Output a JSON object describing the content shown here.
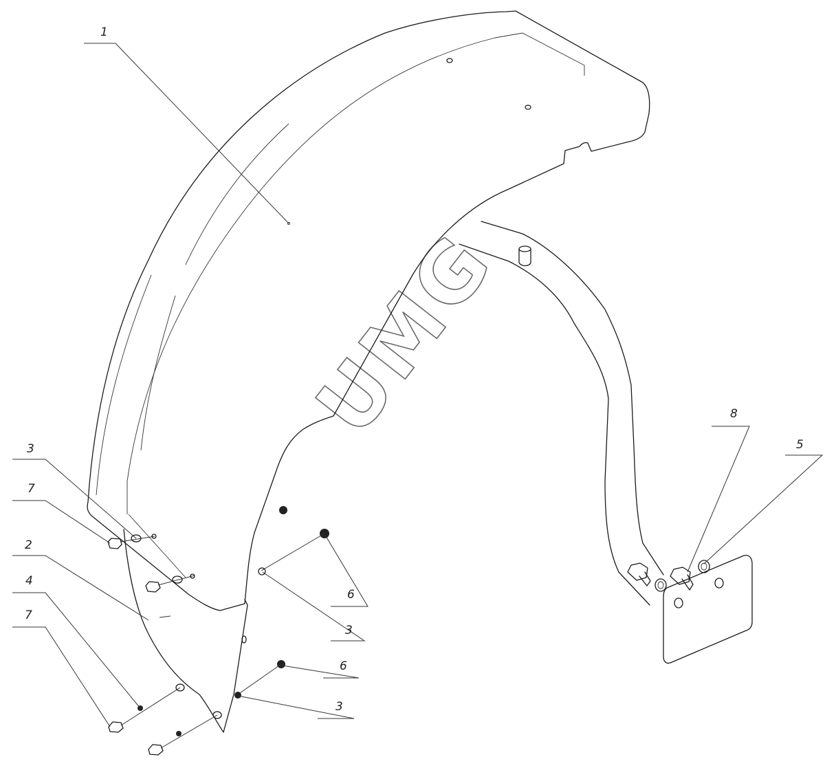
{
  "watermark": "UMG",
  "callouts": [
    {
      "id": "c1",
      "label": "1"
    },
    {
      "id": "c2",
      "label": "2"
    },
    {
      "id": "c3a",
      "label": "3"
    },
    {
      "id": "c3b",
      "label": "3"
    },
    {
      "id": "c3c",
      "label": "3"
    },
    {
      "id": "c4",
      "label": "4"
    },
    {
      "id": "c5",
      "label": "5"
    },
    {
      "id": "c6a",
      "label": "6"
    },
    {
      "id": "c6b",
      "label": "6"
    },
    {
      "id": "c7a",
      "label": "7"
    },
    {
      "id": "c7b",
      "label": "7"
    },
    {
      "id": "c8",
      "label": "8"
    }
  ]
}
